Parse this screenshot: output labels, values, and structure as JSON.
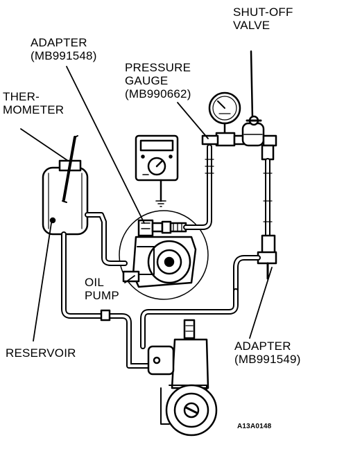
{
  "labels": {
    "shutoff_valve": "SHUT-OFF\nVALVE",
    "adapter_top": "ADAPTER\n(MB991548)",
    "pressure_gauge": "PRESSURE\nGAUGE\n(MB990662)",
    "thermometer": "THER-\nMOMETER",
    "oil_pump": "OIL\nPUMP",
    "reservoir": "RESERVOIR",
    "adapter_bottom": "ADAPTER\n(MB991549)",
    "figure_code": "A13A0148"
  },
  "colors": {
    "ink": "#000000",
    "paper": "#ffffff"
  }
}
